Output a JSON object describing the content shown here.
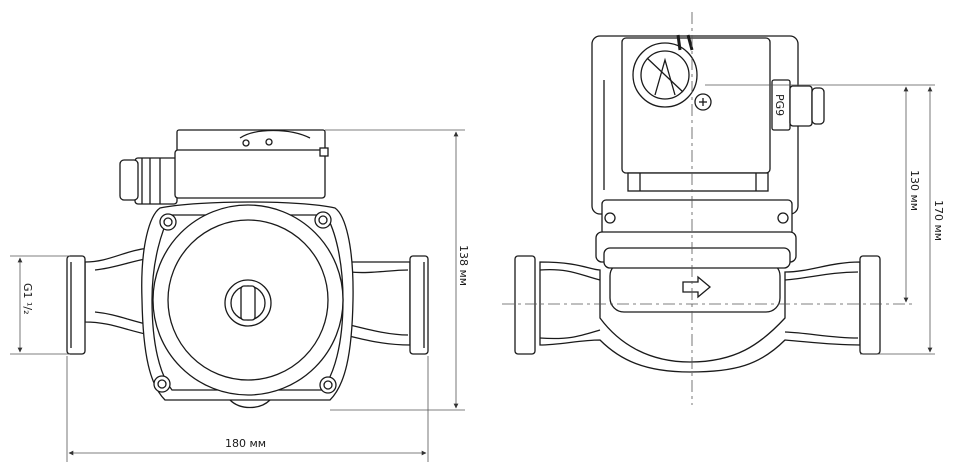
{
  "dimensions": {
    "width_total": "180 мм",
    "height_front": "138 мм",
    "height_side_inner": "130 мм",
    "height_side_outer": "170 мм",
    "thread": "G1 ¹/₂"
  },
  "colors": {
    "line": "#1a1a1a",
    "fill": "#ffffff",
    "dim": "#555555"
  },
  "side_label": "PG9"
}
